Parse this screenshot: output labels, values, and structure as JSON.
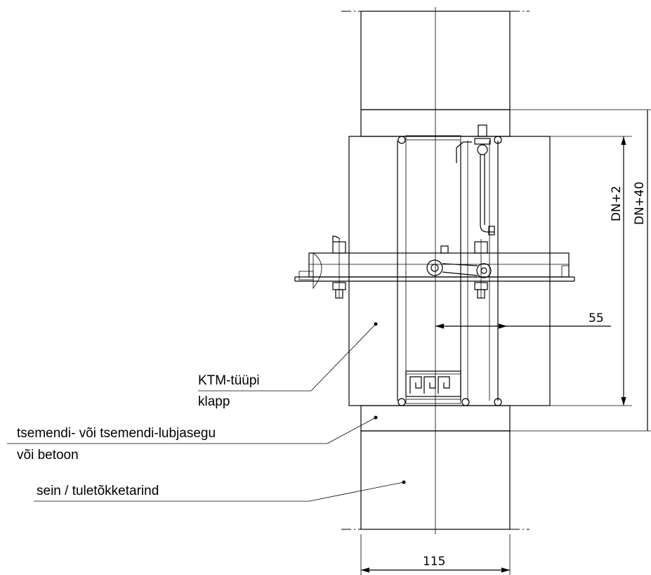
{
  "labels": {
    "damper_line1": "KTM-tüüpi",
    "damper_line2": "klapp",
    "mortar_line1": "tsemendi- või tsemendi-lubjasegu",
    "mortar_line2": "või betoon",
    "wall": "sein / tuletõkketarind"
  },
  "dimensions": {
    "dim_55": "55",
    "dim_115": "115",
    "dim_dn2": "DN+2",
    "dim_dn40": "DN+40"
  }
}
